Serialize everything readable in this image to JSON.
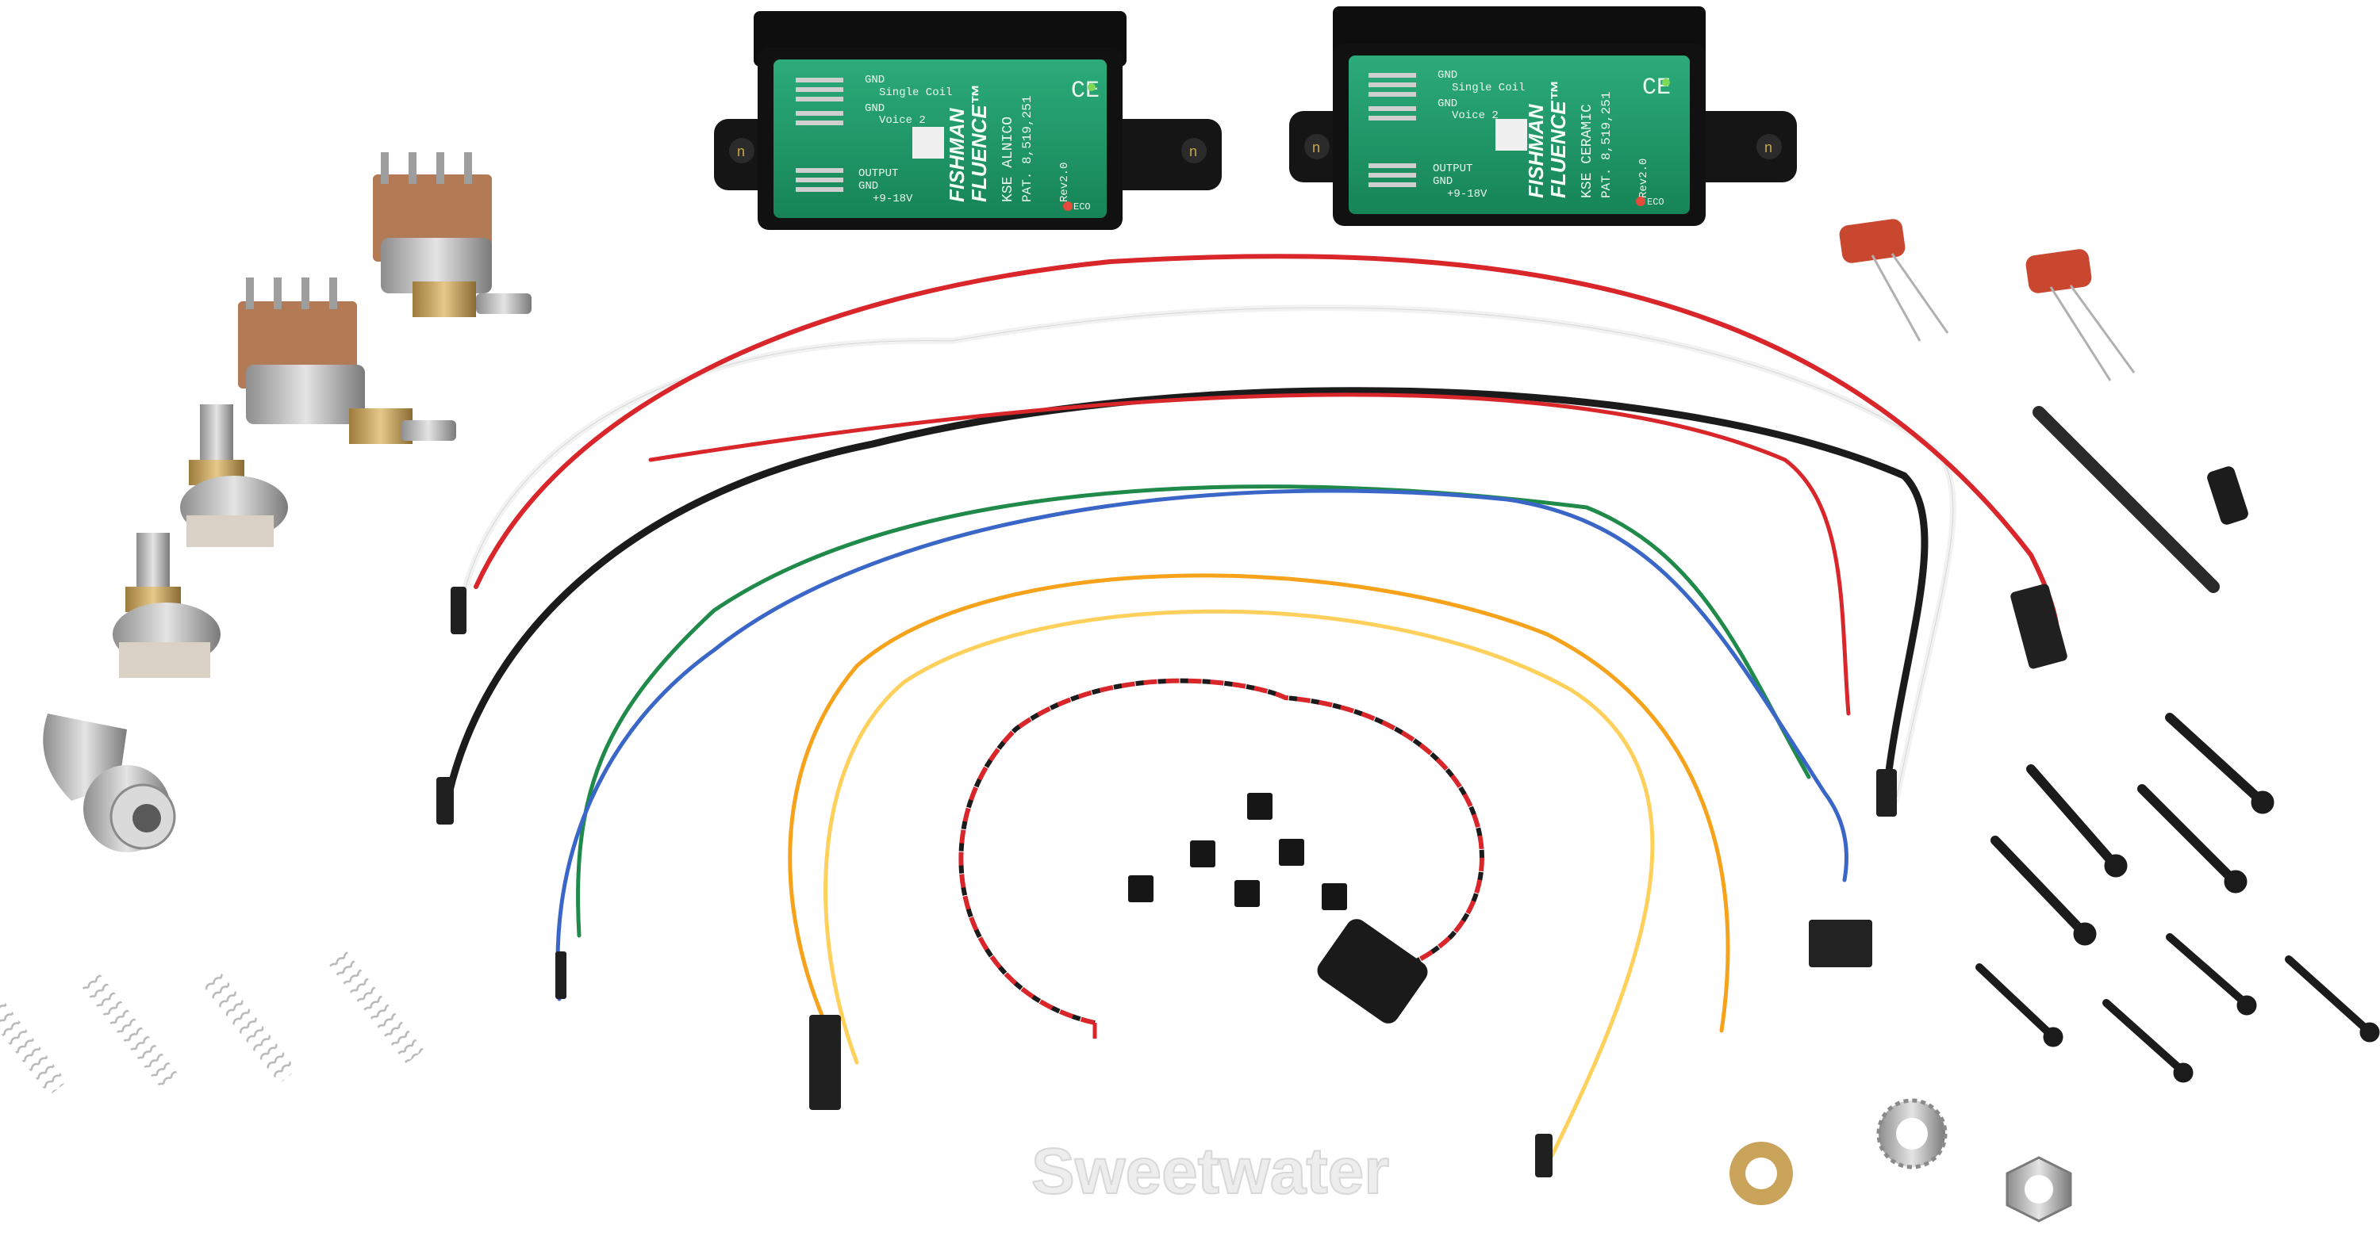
{
  "pickup_left": {
    "brand": "FISHMAN",
    "model": "FLUENCE™",
    "variant": "KSE ALNICO",
    "patent": "PAT. 8,519,251",
    "rev": "Rev2.0",
    "pins": {
      "gnd1": "GND",
      "single_coil": "Single Coil",
      "gnd2": "GND",
      "voice": "Voice 2",
      "output": "OUTPUT",
      "gnd3": "GND",
      "power": "+9-18V"
    },
    "ce": "CE",
    "eco": "ECO"
  },
  "pickup_right": {
    "brand": "FISHMAN",
    "model": "FLUENCE™",
    "variant": "KSE CERAMIC",
    "patent": "PAT. 8,519,251",
    "rev": "Rev2.0",
    "pins": {
      "gnd1": "GND",
      "single_coil": "Single Coil",
      "gnd2": "GND",
      "voice": "Voice 2",
      "output": "OUTPUT",
      "gnd3": "GND",
      "power": "+9-18V"
    },
    "ce": "CE",
    "eco": "ECO"
  },
  "watermark": "Sweetwater",
  "colors": {
    "pcb_green": "#1f9a6c",
    "housing_black": "#141414",
    "wire_red": "#d8262b",
    "wire_white": "#f5f5f5",
    "wire_black": "#1b1b1b",
    "wire_green": "#1f8a4a",
    "wire_blue": "#3a67c7",
    "wire_orange": "#f7a21b",
    "capacitor": "#c9472e"
  }
}
